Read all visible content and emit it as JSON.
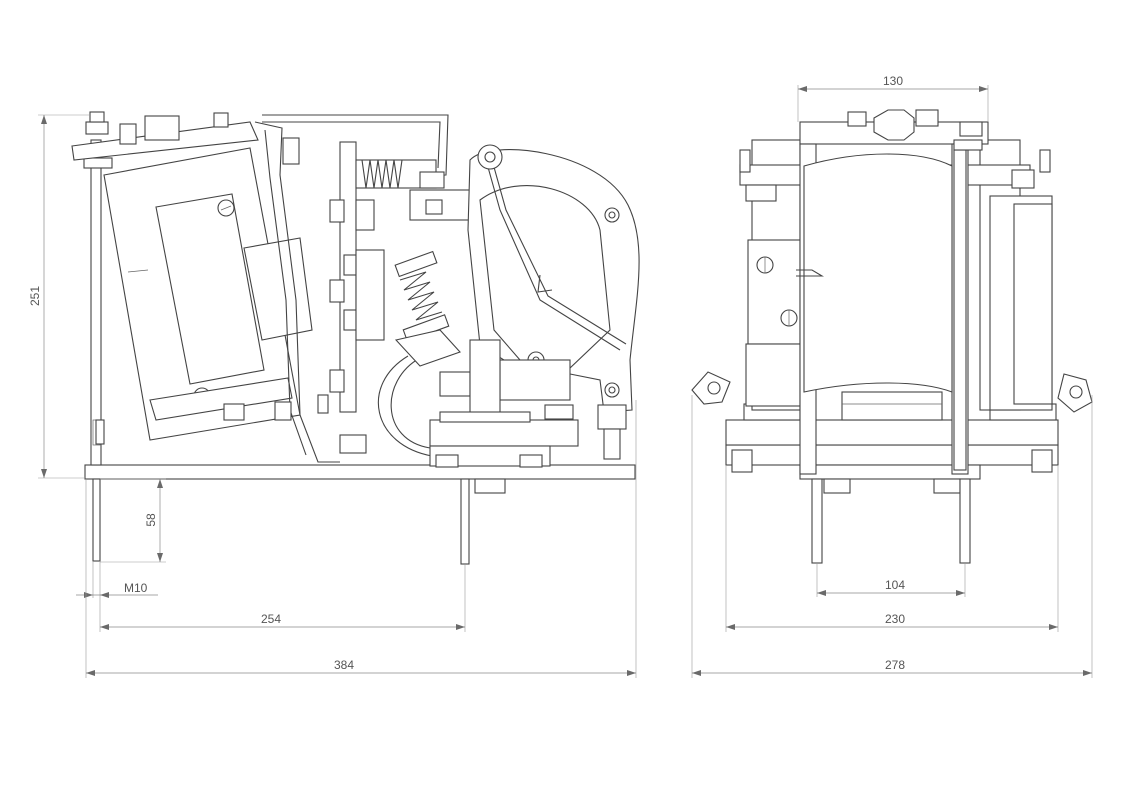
{
  "dimensions": {
    "height_overall": "251",
    "leg_length": "58",
    "thread": "M10",
    "mount_spacing_side": "254",
    "length_overall": "384",
    "width_top": "130",
    "mount_spacing_front": "104",
    "width_base": "230",
    "width_overall": "278"
  }
}
